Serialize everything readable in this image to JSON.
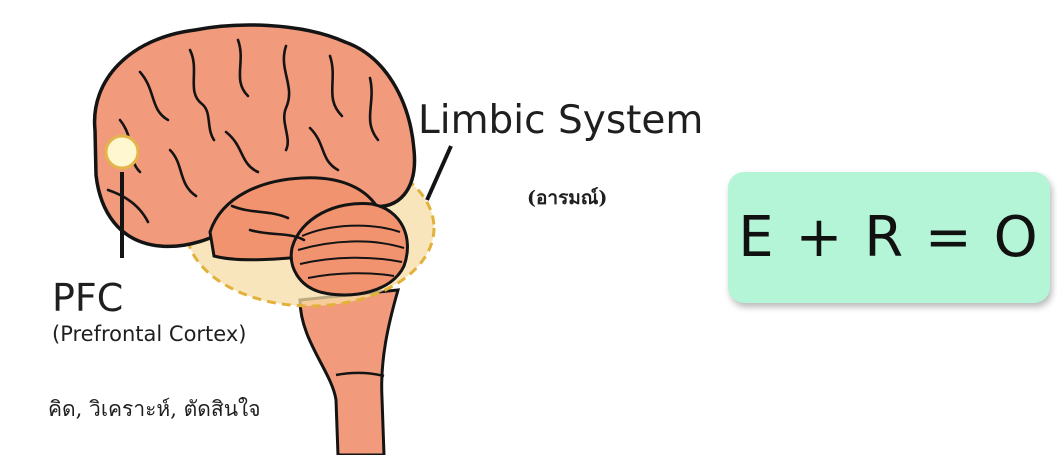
{
  "labels": {
    "limbic_title": "Limbic System",
    "limbic_sub": "(อารมณ์)",
    "pfc_title": "PFC",
    "pfc_sub": "(Prefrontal Cortex)",
    "pfc_desc": "คิด, วิเคราะห์, ตัดสินใจ"
  },
  "formula": "E + R = O",
  "colors": {
    "brain_fill": "#f29a7c",
    "brain_outline": "#141414",
    "limbic_highlight": "#f7dca4",
    "limbic_outline": "#e2b13a",
    "pfc_marker": "#fff7cf",
    "formula_box": "#b3f5d6"
  }
}
